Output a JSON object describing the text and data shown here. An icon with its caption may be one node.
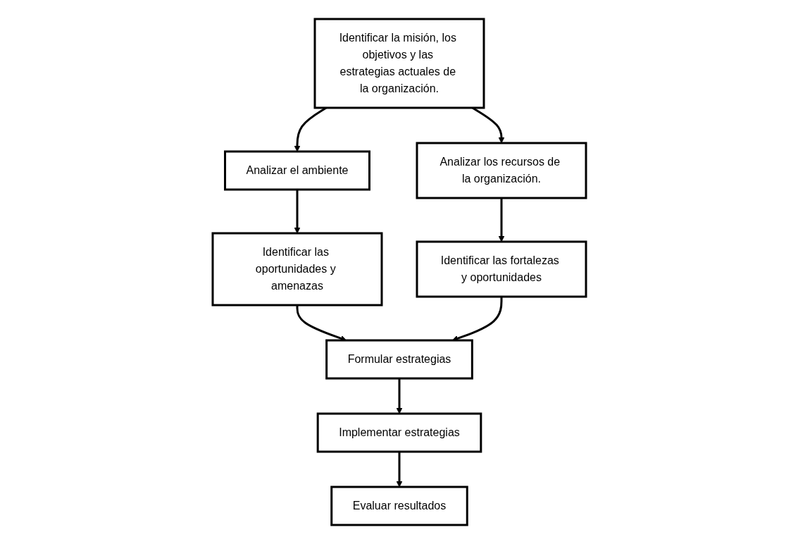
{
  "diagram": {
    "nodes": [
      {
        "text": [
          "Identificar la misión, los objetivos y las estrategias actuales de la organización."
        ]
      },
      {
        "text": [
          "Analizar el ambiente"
        ]
      },
      {
        "text": [
          "Analizar los recursos de la organización."
        ]
      },
      {
        "text": [
          "Identificar las oportunidades y amenazas"
        ]
      },
      {
        "text": [
          "Formular estrategias"
        ]
      },
      {
        "text": [
          "Identificar las fortalezas y oportunidades"
        ]
      },
      {
        "text": [
          "Implementar estrategias"
        ]
      },
      {
        "text": [
          "Evaluar resultados"
        ]
      }
    ],
    "edges": [
      {
        "from": 0,
        "to": 1,
        "arrow": "to"
      },
      {
        "from": 0,
        "to": 2,
        "arrow": "to"
      },
      {
        "from": 1,
        "to": 3,
        "arrow": "to"
      },
      {
        "from": 3,
        "to": 4,
        "arrow": "to"
      },
      {
        "from": 2,
        "to": 5,
        "arrow": "to"
      },
      {
        "from": 5,
        "to": 4,
        "arrow": "to"
      },
      {
        "from": 4,
        "to": 6,
        "arrow": "to"
      },
      {
        "from": 6,
        "to": 7,
        "arrow": "to"
      }
    ]
  }
}
